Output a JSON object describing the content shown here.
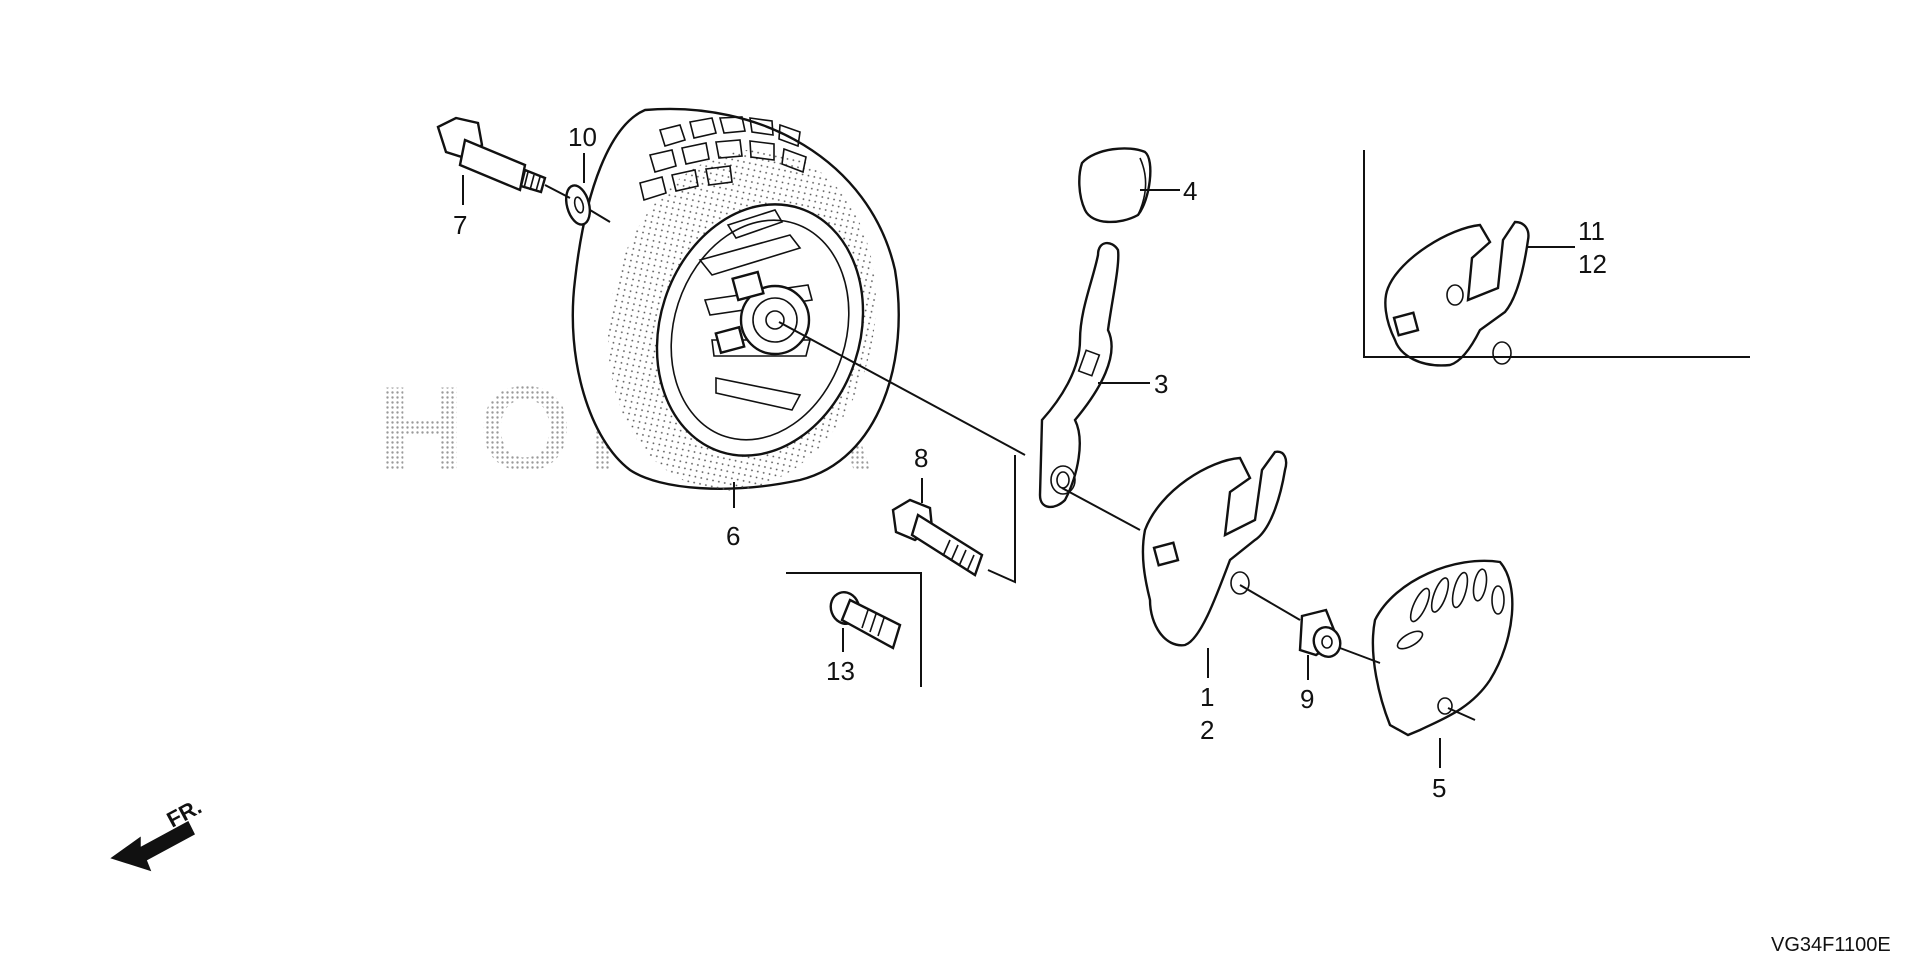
{
  "watermark": "HONDA",
  "diagram_code": "VG34F1100E",
  "direction_label": "FR.",
  "callouts": {
    "c1": "1",
    "c2": "2",
    "c3": "3",
    "c4": "4",
    "c5": "5",
    "c6": "6",
    "c7": "7",
    "c8": "8",
    "c9": "9",
    "c10": "10",
    "c11": "11",
    "c12": "12",
    "c13": "13"
  },
  "icons": {
    "front_arrow": "arrow-front-icon"
  },
  "colors": {
    "ink": "#111111",
    "watermark": "#bdbdbd",
    "background": "#ffffff"
  }
}
